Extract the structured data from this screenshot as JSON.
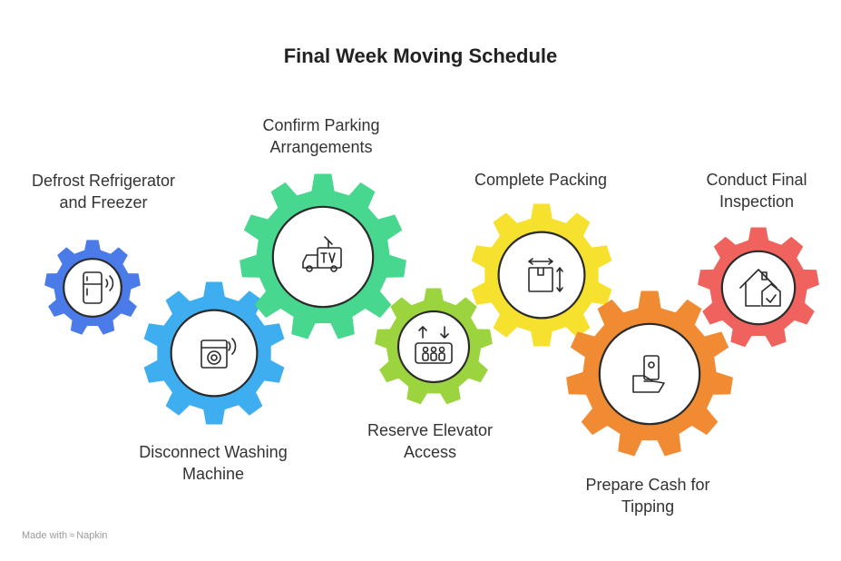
{
  "title": "Final Week Moving Schedule",
  "steps": [
    {
      "label_lines": [
        "Defrost Refrigerator",
        "and Freezer"
      ],
      "icon": "refrigerator-icon",
      "color": "#4b7be8",
      "position": "above"
    },
    {
      "label_lines": [
        "Disconnect Washing",
        "Machine"
      ],
      "icon": "washing-machine-icon",
      "color": "#3eaef0",
      "position": "below"
    },
    {
      "label_lines": [
        "Confirm Parking",
        "Arrangements"
      ],
      "icon": "tv-truck-icon",
      "color": "#48d78e",
      "position": "above"
    },
    {
      "label_lines": [
        "Reserve Elevator",
        "Access"
      ],
      "icon": "elevator-icon",
      "color": "#9cd43f",
      "position": "below"
    },
    {
      "label_lines": [
        "Complete Packing"
      ],
      "icon": "box-icon",
      "color": "#f7e12f",
      "position": "above"
    },
    {
      "label_lines": [
        "Prepare Cash for",
        "Tipping"
      ],
      "icon": "cash-hand-icon",
      "color": "#f08a33",
      "position": "below"
    },
    {
      "label_lines": [
        "Conduct Final",
        "Inspection"
      ],
      "icon": "house-check-icon",
      "color": "#f0625d",
      "position": "above"
    }
  ],
  "footer": {
    "prefix": "Made with",
    "brand": "Napkin"
  }
}
